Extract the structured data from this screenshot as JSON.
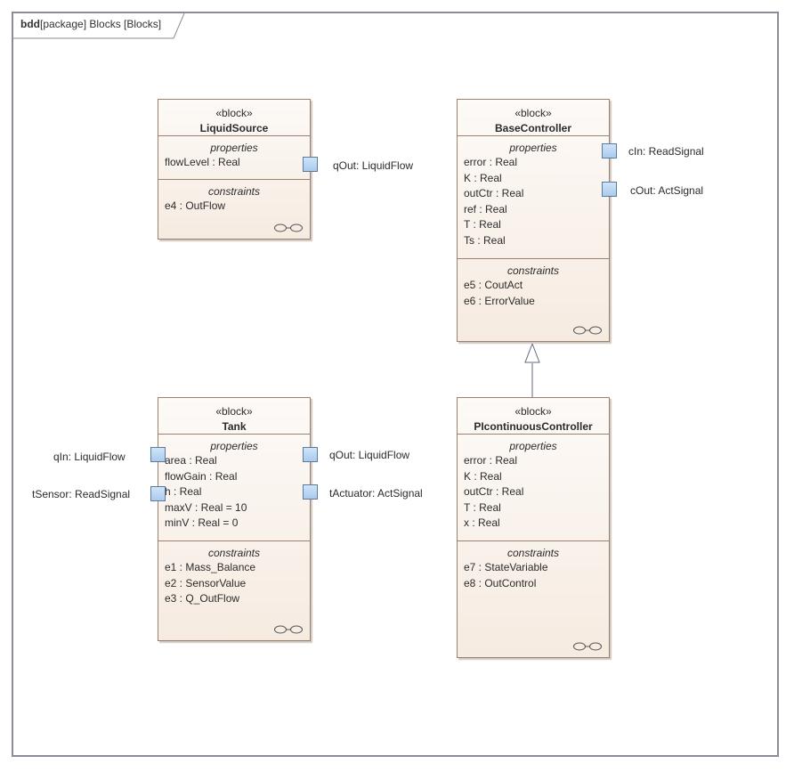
{
  "frame": {
    "kind": "bdd",
    "title": "[package] Blocks [Blocks]"
  },
  "blocks": {
    "liquid_source": {
      "stereotype": "«block»",
      "name": "LiquidSource",
      "properties_title": "properties",
      "properties": [
        "flowLevel : Real"
      ],
      "constraints_title": "constraints",
      "constraints": [
        "e4 : OutFlow"
      ],
      "ports": [
        "qOut: LiquidFlow"
      ]
    },
    "base_controller": {
      "stereotype": "«block»",
      "name": "BaseController",
      "properties_title": "properties",
      "properties": [
        "error : Real",
        "K : Real",
        "outCtr : Real",
        "ref : Real",
        "T : Real",
        "Ts : Real"
      ],
      "constraints_title": "constraints",
      "constraints": [
        "e5 : CoutAct",
        "e6 : ErrorValue"
      ],
      "ports": [
        "cIn: ReadSignal",
        "cOut: ActSignal"
      ]
    },
    "tank": {
      "stereotype": "«block»",
      "name": "Tank",
      "properties_title": "properties",
      "properties": [
        "area : Real",
        "flowGain : Real",
        "h : Real",
        "maxV : Real = 10",
        "minV : Real = 0"
      ],
      "constraints_title": "constraints",
      "constraints": [
        "e1 : Mass_Balance",
        "e2 : SensorValue",
        "e3 : Q_OutFlow"
      ],
      "ports": [
        "qIn: LiquidFlow",
        "tSensor: ReadSignal",
        "qOut: LiquidFlow",
        "tActuator: ActSignal"
      ]
    },
    "pi_controller": {
      "stereotype": "«block»",
      "name": "PIcontinuousController",
      "properties_title": "properties",
      "properties": [
        "error : Real",
        "K : Real",
        "outCtr : Real",
        "T : Real",
        "x : Real"
      ],
      "constraints_title": "constraints",
      "constraints": [
        "e7 : StateVariable",
        "e8 : OutControl"
      ]
    }
  },
  "colors": {
    "block_fill": "#f6ebe1",
    "block_border": "#9a8170",
    "port_fill": "#b9d6f2",
    "port_border": "#5d7a9a",
    "frame": "#8f8a95"
  }
}
